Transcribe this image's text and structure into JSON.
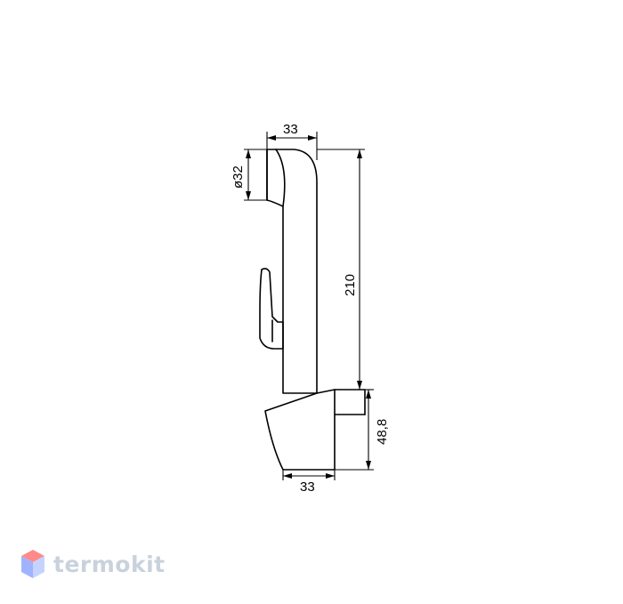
{
  "dimensions": {
    "top_width": "33",
    "head_diameter": "ø32",
    "total_height": "210",
    "base_height": "48,8",
    "base_width": "33"
  },
  "watermark": {
    "text": "termokit",
    "colors": {
      "text": "#c9d2dc",
      "hex_top": "#ff8a8a",
      "hex_left": "#9fb3ff",
      "hex_right": "#c7d3ff"
    }
  }
}
